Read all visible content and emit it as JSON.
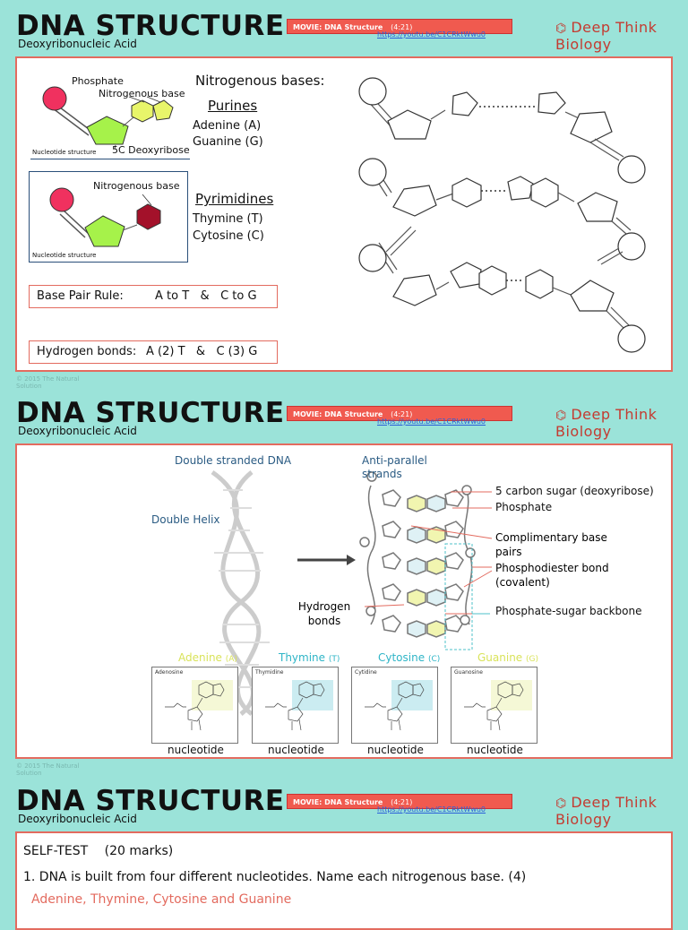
{
  "header": {
    "title": "DNA STRUCTURE",
    "subtitle": "Deoxyribonucleic Acid",
    "movie_label": "MOVIE: DNA Structure",
    "movie_time": "(4:21)",
    "movie_link": "https://youtu.be/C1CRktWwu0",
    "brand": "Deep Think Biology",
    "brand_icon": "dna-helix-icon"
  },
  "copyright": "© 2015 The Natural Solution",
  "slide1": {
    "phosphate_label": "Phosphate",
    "nitro_label": "Nitrogenous base",
    "sugar_label": "5C Deoxyribose",
    "nucleotide_label": "Nucleotide structure",
    "nitro_label2": "Nitrogenous base",
    "nucleotide_label2": "Nucleotide structure",
    "bases_heading": "Nitrogenous bases:",
    "purines_heading": "Purines",
    "purine_1": "Adenine (A)",
    "purine_2": "Guanine (G)",
    "pyrimidines_heading": "Pyrimidines",
    "pyrimidine_1": "Thymine (T)",
    "pyrimidine_2": "Cytosine (C)",
    "base_pair_rule_label": "Base Pair Rule:",
    "base_pair_rule_value": "A to T   &   C to G",
    "hbonds_label": "Hydrogen bonds:",
    "hbonds_value": "A (2) T   &   C (3) G",
    "colors": {
      "phosphate": "#f0315f",
      "sugar": "#a6f24a",
      "purine": "#e8f56a",
      "pyrimidine": "#a3112a"
    }
  },
  "slide2": {
    "double_stranded": "Double stranded DNA",
    "double_helix": "Double Helix",
    "anti_parallel": "Anti-parallel strands",
    "sugar_label": "5 carbon sugar (deoxyribose)",
    "phosphate_label": "Phosphate",
    "comp_base_pairs": "Complimentary base pairs",
    "phosphodiester": "Phosphodiester bond (covalent)",
    "backbone": "Phosphate-sugar backbone",
    "hydrogen_bonds": "Hydrogen bonds",
    "nucleotides": [
      {
        "base": "Adenine",
        "letter": "(A)",
        "card": "Adenosine",
        "color": "#d9e35a",
        "footer": "nucleotide"
      },
      {
        "base": "Thymine",
        "letter": "(T)",
        "card": "Thymidine",
        "color": "#2fb5c7",
        "footer": "nucleotide"
      },
      {
        "base": "Cytosine",
        "letter": "(C)",
        "card": "Cytidine",
        "color": "#2fb5c7",
        "footer": "nucleotide"
      },
      {
        "base": "Guanine",
        "letter": "(G)",
        "card": "Guanosine",
        "color": "#d9e35a",
        "footer": "nucleotide"
      }
    ]
  },
  "slide3": {
    "heading": "SELF-TEST",
    "marks": "(20 marks)",
    "q1": "1.  DNA is built from four different nucleotides. Name each nitrogenous base. (4)",
    "a1": "Adenine, Thymine, Cytosine and Guanine"
  }
}
